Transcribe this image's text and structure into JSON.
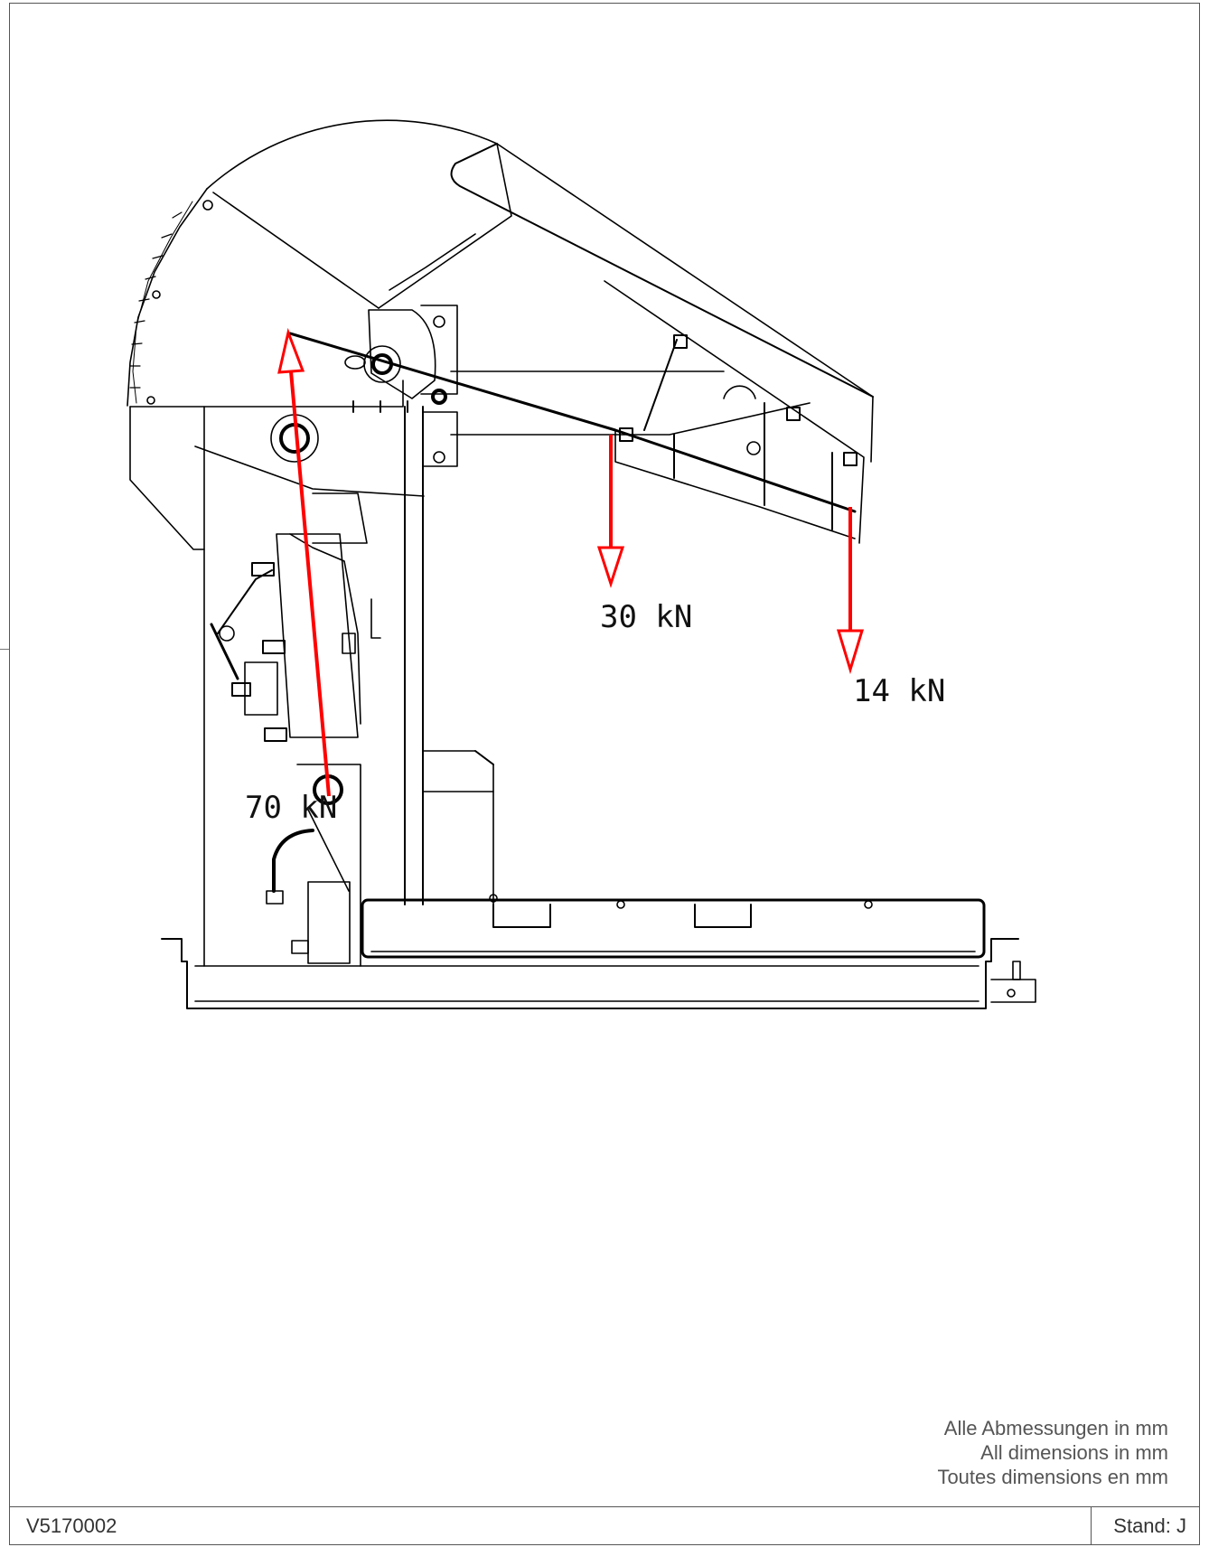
{
  "forces": [
    {
      "label": "30 kN"
    },
    {
      "label": "14 kN"
    },
    {
      "label": "70 kN"
    }
  ],
  "colors": {
    "force_arrow": "#ff0000",
    "outline": "#000000"
  },
  "notes": {
    "line_de": "Alle Abmessungen in mm",
    "line_en": "All dimensions in mm",
    "line_fr": "Toutes dimensions en mm"
  },
  "footer": {
    "document_number": "V5170002",
    "revision": "Stand: J"
  }
}
